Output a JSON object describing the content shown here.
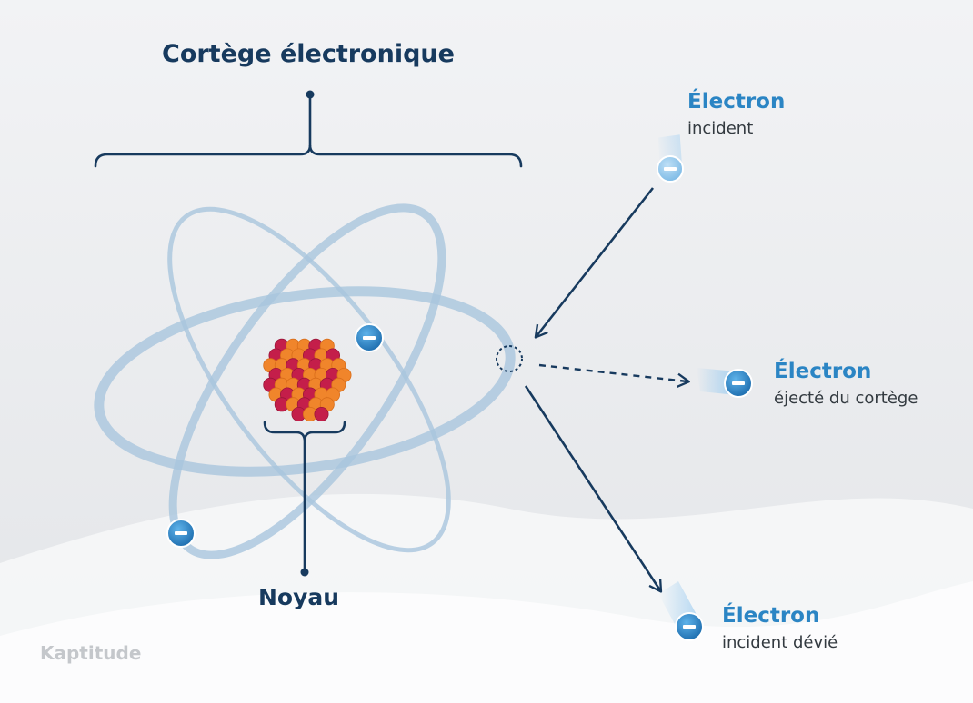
{
  "labels": {
    "cortege": "Cortège électronique",
    "noyau": "Noyau"
  },
  "electrons": {
    "incident": {
      "title": "Électron",
      "subtitle": "incident"
    },
    "ejecte": {
      "title": "Électron",
      "subtitle": "éjecté du cortège"
    },
    "devie": {
      "title": "Électron",
      "subtitle": "incident dévié"
    }
  },
  "brand": "Kaptitude",
  "colors": {
    "dark_navy": "#173a5e",
    "accent_blue": "#2b85c4",
    "orbit_blue": "#a9c6dd",
    "proton_red": "#c41e4a",
    "neutron_orange": "#f0852b"
  }
}
